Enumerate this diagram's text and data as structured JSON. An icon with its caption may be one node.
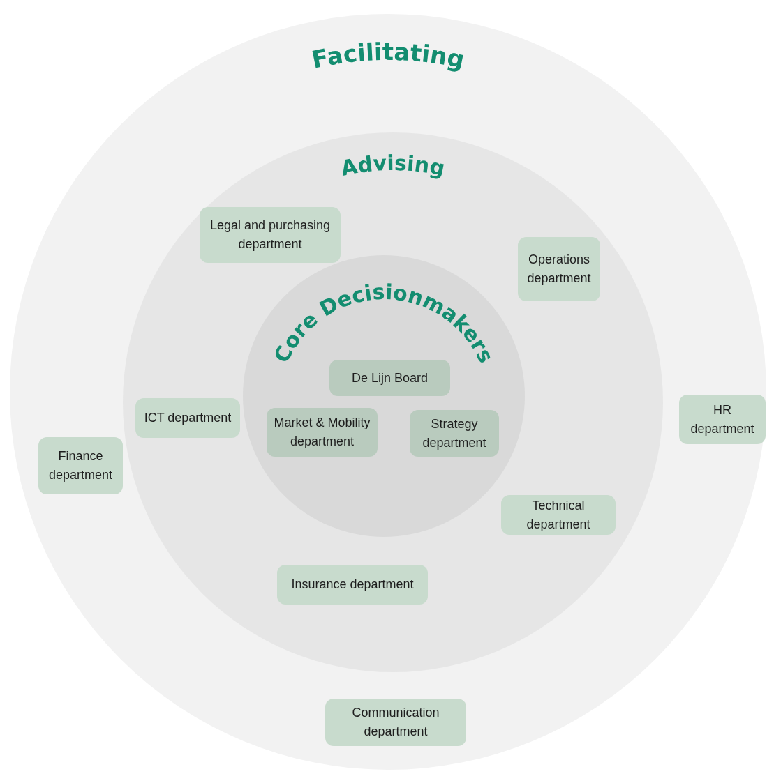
{
  "diagram": {
    "nodes": [
      {
        "text": [
          "Facilitating"
        ]
      },
      {
        "text": [
          "Advising"
        ],
        "in": 0
      },
      {
        "text": [
          "Core Decisionmakers"
        ],
        "in": 1
      },
      {
        "text": [
          "Legal and purchasing department"
        ],
        "in": 1
      },
      {
        "text": [
          "Operations department"
        ],
        "in": 1
      },
      {
        "text": [
          "De Lijn Board"
        ],
        "in": 2
      },
      {
        "text": [
          "ICT department"
        ],
        "in": 1
      },
      {
        "text": [
          "Market & Mobility department"
        ],
        "in": 2
      },
      {
        "text": [
          "Strategy department"
        ],
        "in": 2
      },
      {
        "text": [
          "HR department"
        ],
        "in": 0
      },
      {
        "text": [
          "Finance department"
        ],
        "in": 0
      },
      {
        "text": [
          "Technical department"
        ],
        "in": 1
      },
      {
        "text": [
          "Insurance department"
        ],
        "in": 1
      },
      {
        "text": [
          "Communication department"
        ],
        "in": 0
      }
    ]
  }
}
